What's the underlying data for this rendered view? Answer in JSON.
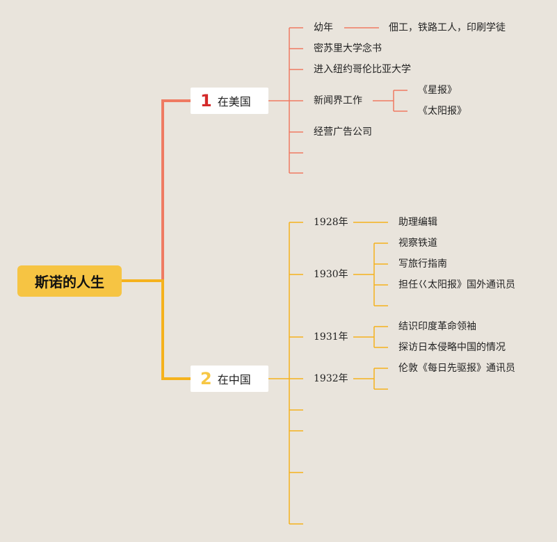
{
  "root": {
    "label": "斯诺的人生"
  },
  "colors": {
    "branch1": "#ef7a62",
    "branch2": "#f5b21d",
    "root_bg": "#f6c443",
    "num1": "#d42a2a",
    "num2": "#f7c744"
  },
  "branch1": {
    "number": "1",
    "label": "在美国",
    "items": {
      "youth": "幼年",
      "youth_detail": "佃工，铁路工人，印刷学徒",
      "missouri": "密苏里大学念书",
      "columbia": "进入纽约哥伦比亚大学",
      "news": "新闻界工作",
      "news_star": "《星报》",
      "news_sun": "《太阳报》",
      "ad": "经营广告公司"
    }
  },
  "branch2": {
    "number": "2",
    "label": "在中国",
    "items": {
      "y1928": "1928年",
      "y1928_a": "助理编辑",
      "y1930": "1930年",
      "y1930_a": "视察铁道",
      "y1930_b": "写旅行指南",
      "y1930_c": "担任巜太阳报》国外通讯员",
      "y1931": "1931年",
      "y1931_a": "结识印度革命领袖",
      "y1931_b": "探访日本侵略中国的情况",
      "y1932": "1932年",
      "y1932_a": "伦敦《每日先驱报》通讯员"
    }
  }
}
